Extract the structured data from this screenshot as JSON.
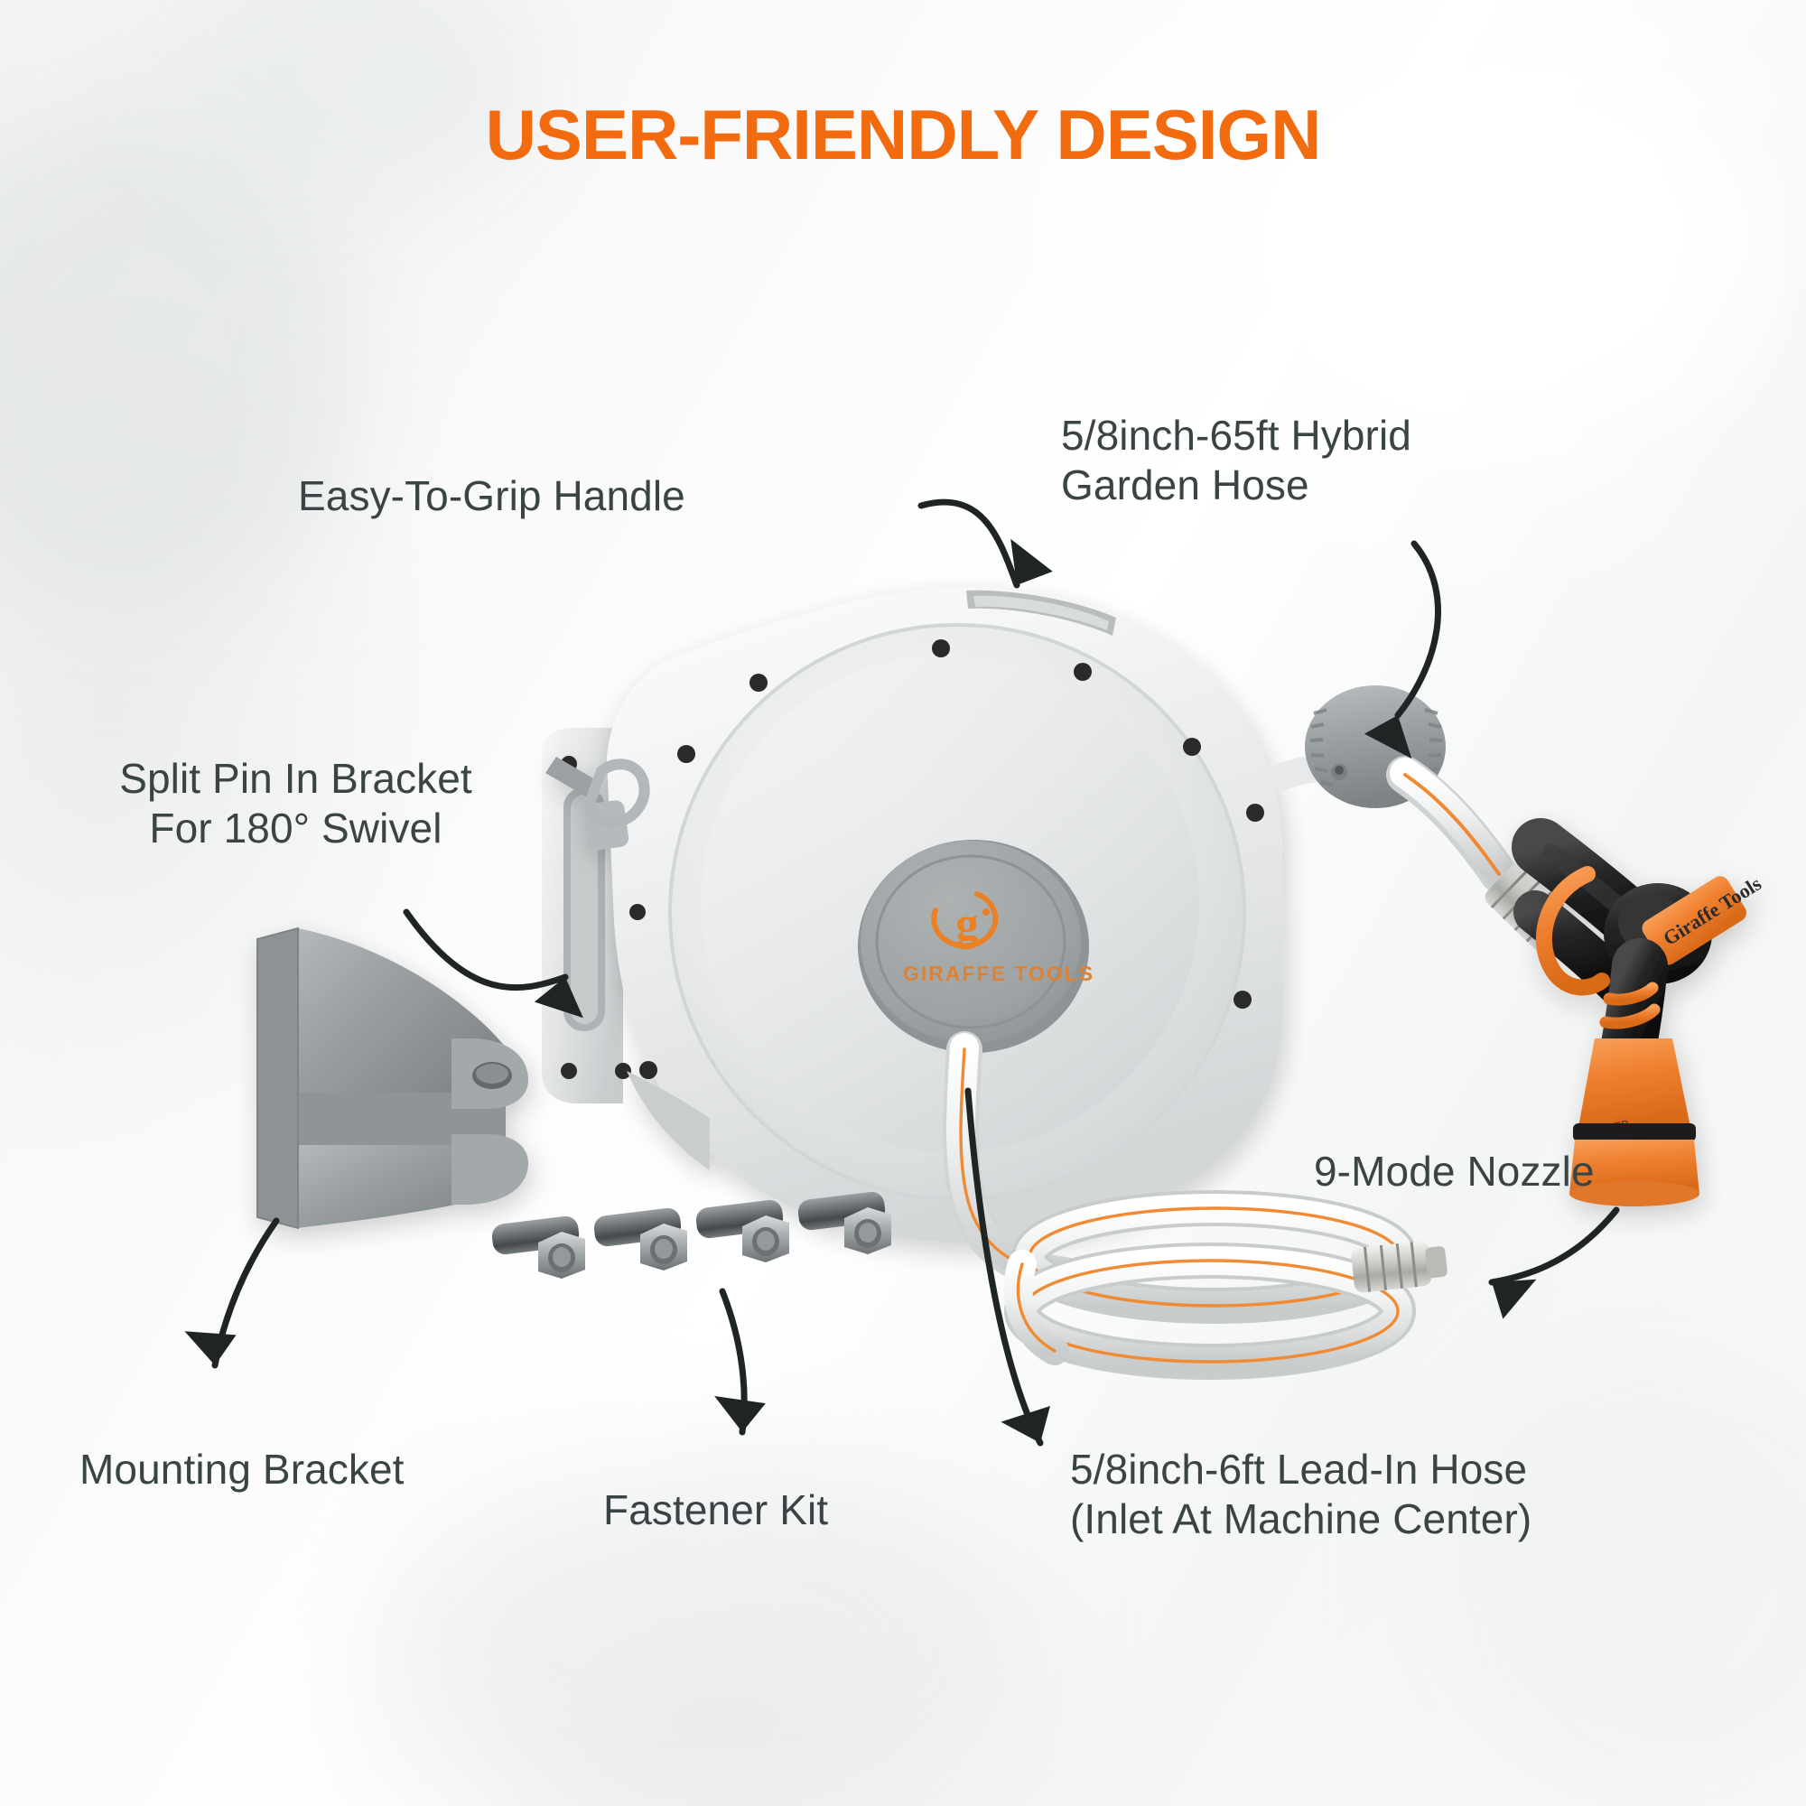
{
  "page": {
    "title": "USER-FRIENDLY DESIGN",
    "title_color": "#F26B0F",
    "label_color": "#3b4444",
    "background_color": "#f7f8f8",
    "brand": "GIRAFFE TOOLS",
    "brand_mark": "g"
  },
  "callouts": [
    {
      "id": "easy-to-grip-handle",
      "text": "Easy-To-Grip Handle"
    },
    {
      "id": "hybrid-garden-hose",
      "text": "5/8inch-65ft Hybrid\nGarden Hose"
    },
    {
      "id": "split-pin-bracket",
      "text": "Split Pin In Bracket\nFor 180° Swivel"
    },
    {
      "id": "mounting-bracket",
      "text": "Mounting Bracket"
    },
    {
      "id": "fastener-kit",
      "text": "Fastener Kit"
    },
    {
      "id": "nine-mode-nozzle",
      "text": "9-Mode Nozzle"
    },
    {
      "id": "lead-in-hose",
      "text": "5/8inch-6ft Lead-In Hose\n(Inlet At Machine Center)"
    }
  ],
  "product": {
    "name": "retractable-hose-reel",
    "housing_color": "#e9ebec",
    "housing_shadow": "#c6cacb",
    "hub_color": "#9ea4a5",
    "bracket_color": "#9aa0a2",
    "hose_color": "#f2f3f3",
    "hose_stripe_color": "#f0882e",
    "nozzle_body_color": "#232323",
    "nozzle_accent_color": "#ef8030",
    "guide_roller_color": "#9aa0a2",
    "fastener_color": "#7c8184",
    "nozzle_brand_text": "Giraffe Tools"
  }
}
